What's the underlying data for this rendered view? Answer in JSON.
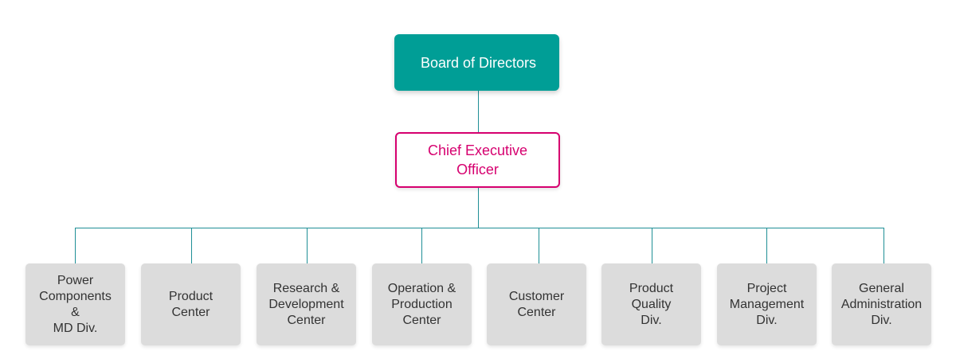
{
  "board": {
    "label": "Board of Directors"
  },
  "ceo": {
    "label": "Chief Executive Officer"
  },
  "departments": [
    {
      "label": "Power\nComponents\n&\nMD Div."
    },
    {
      "label": "Product\nCenter"
    },
    {
      "label": "Research &\nDevelopment\nCenter"
    },
    {
      "label": "Operation &\nProduction\nCenter"
    },
    {
      "label": "Customer\nCenter"
    },
    {
      "label": "Product\nQuality\nDiv."
    },
    {
      "label": "Project\nManagement\nDiv."
    },
    {
      "label": "General\nAdministration\nDiv."
    }
  ],
  "colors": {
    "board_fill": "#009e96",
    "ceo_border": "#d6006f",
    "connector": "#1f8f96",
    "department_fill": "#dcdcdc"
  }
}
